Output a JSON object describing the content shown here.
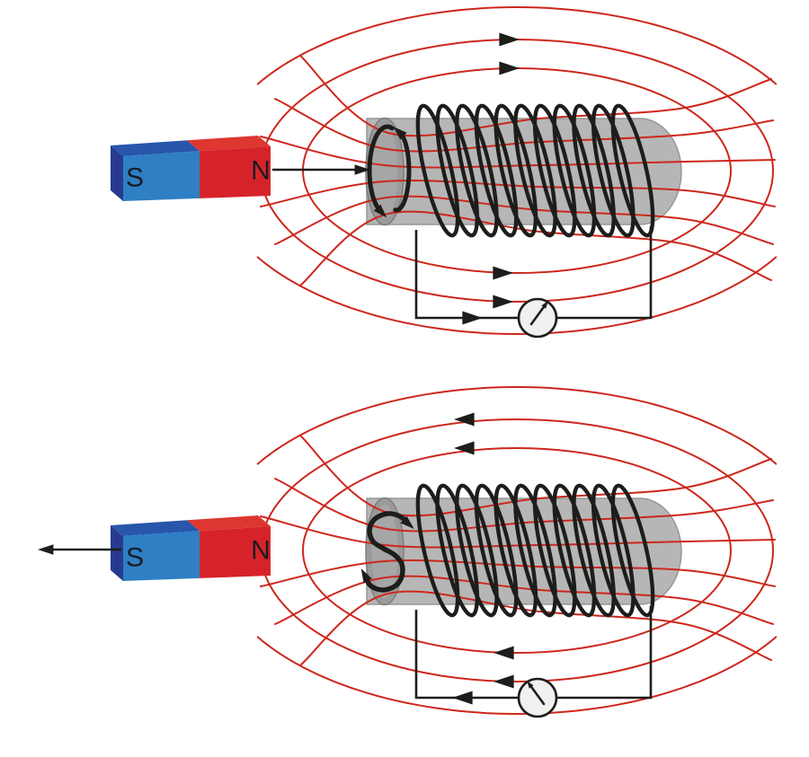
{
  "figure": {
    "description": "Electromagnetic induction: bar magnet moving relative to a solenoid coil connected to a galvanometer, with red magnetic field lines",
    "colors": {
      "background": "#ffffff",
      "field_line": "#cd271c",
      "wire": "#1d1d1b",
      "winding": "#1d1d1b",
      "coil_body": "#b6b6b6",
      "coil_body_edge": "#979797",
      "coil_cap": "#9a9a9a",
      "coil_cap_edge": "#7d7d7d",
      "coil_cap_inner": "#a6a6a6",
      "magnet_blue_front": "#2e7fc4",
      "magnet_blue_top": "#2756ab",
      "magnet_side": "#283a8f",
      "magnet_red_front": "#d6232a",
      "magnet_red_top": "#de3630",
      "meter_face": "#f1f0ee",
      "letter": "#191b22"
    },
    "panels": [
      {
        "id": "magnet-moving-toward-coil",
        "magnet": {
          "south_label": "S",
          "north_label": "N"
        },
        "motion_arrow": {
          "direction": "right"
        },
        "field_arrows_direction": "right",
        "induced_current": {
          "symbol": "counterclockwise-loop"
        },
        "coil": {
          "turns": 11
        },
        "galvanometer": {
          "needle_deflection": "right"
        }
      },
      {
        "id": "magnet-moving-away-from-coil",
        "magnet": {
          "south_label": "S",
          "north_label": "N"
        },
        "motion_arrow": {
          "direction": "left"
        },
        "field_arrows_direction": "left",
        "induced_current": {
          "symbol": "clockwise-s-loop"
        },
        "coil": {
          "turns": 11
        },
        "galvanometer": {
          "needle_deflection": "left"
        }
      }
    ]
  }
}
